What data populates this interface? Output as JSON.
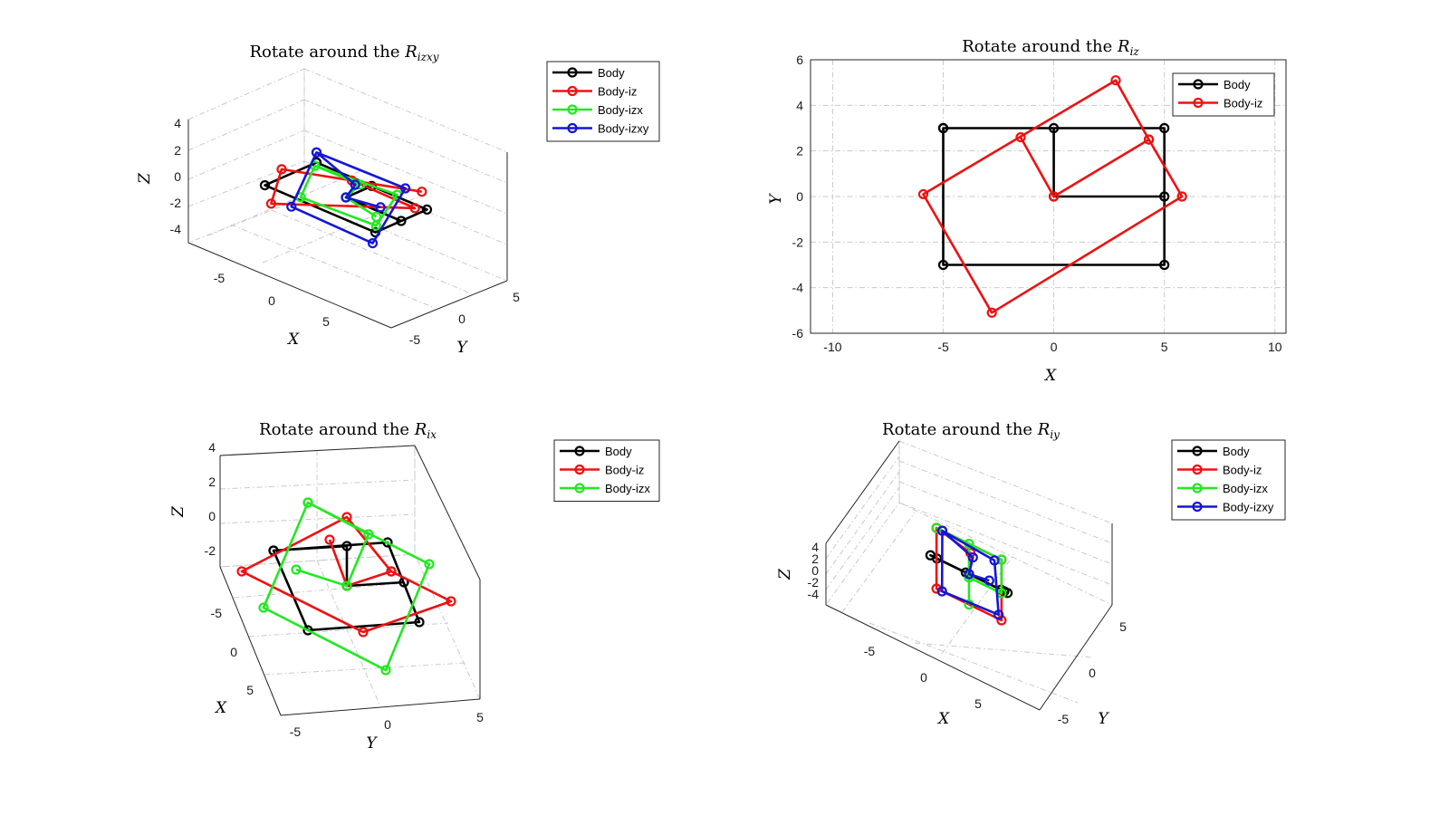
{
  "colors": {
    "Body": "#000000",
    "Body-iz": "#ee1111",
    "Body-izx": "#22e822",
    "Body-izxy": "#1515d8"
  },
  "chart_data": [
    {
      "id": "tl",
      "type": "line",
      "title": "Rotate around the ",
      "title_sub": "izxy",
      "xlabel": "X",
      "ylabel": "Y",
      "zlabel": "Z",
      "x_ticks": [
        "-5",
        "0",
        "5"
      ],
      "y_ticks": [
        "5",
        "0",
        "-5"
      ],
      "z_ticks": [
        "4",
        "2",
        "0",
        "-2",
        "-4"
      ],
      "legend": [
        "Body",
        "Body-iz",
        "Body-izx",
        "Body-izxy"
      ],
      "series": [
        {
          "name": "Body",
          "points": [
            [
              -5,
              3,
              0
            ],
            [
              5,
              3,
              0
            ],
            [
              5,
              -3,
              0
            ],
            [
              -5,
              -3,
              0
            ],
            [
              -5,
              3,
              0
            ],
            [
              0,
              3,
              0
            ],
            [
              0,
              0,
              0
            ],
            [
              5,
              0,
              0
            ]
          ]
        },
        {
          "name": "Body-iz",
          "points": [
            [
              -1.5,
              2.6,
              0
            ],
            [
              4.3,
              2.5,
              0
            ],
            [
              -2.8,
              -5.1,
              0
            ],
            [
              -5.9,
              0.1,
              0
            ],
            [
              2.9,
              5.1,
              0
            ]
          ]
        },
        {
          "name": "Body-izx",
          "points": [
            [
              -4.6,
              2.3,
              0.2
            ],
            [
              4.4,
              0.3,
              3.4
            ],
            [
              4.6,
              -2.4,
              0.4
            ],
            [
              -4.4,
              0.4,
              -3.4
            ],
            [
              -4.6,
              2.3,
              0.2
            ],
            [
              0.2,
              1.4,
              1.3
            ],
            [
              0,
              0,
              0
            ],
            [
              2.6,
              0.2,
              -1.2
            ]
          ]
        },
        {
          "name": "Body-izxy",
          "points": [
            [
              -3.6,
              1.2,
              3.6
            ],
            [
              3.9,
              1.9,
              3.1
            ],
            [
              3.9,
              -1.9,
              -3.1
            ],
            [
              -4.0,
              -1.2,
              -3.6
            ],
            [
              -3.6,
              1.2,
              3.6
            ],
            [
              0.6,
              0.3,
              2.2
            ],
            [
              0,
              0,
              0
            ],
            [
              2.9,
              0.3,
              0.4
            ]
          ]
        }
      ]
    },
    {
      "id": "tr",
      "type": "line",
      "title": "Rotate around the ",
      "title_sub": "iz",
      "xlabel": "X",
      "ylabel": "Y",
      "xlim": [
        -11,
        10.5
      ],
      "ylim": [
        -6,
        6
      ],
      "x_ticks": [
        -10,
        -5,
        0,
        5,
        10
      ],
      "y_ticks": [
        -6,
        -4,
        -2,
        0,
        2,
        4,
        6
      ],
      "grid": true,
      "legend": [
        "Body",
        "Body-iz"
      ],
      "series": [
        {
          "name": "Body",
          "points": [
            [
              -5,
              3
            ],
            [
              5,
              3
            ],
            [
              5,
              -3
            ],
            [
              -5,
              -3
            ],
            [
              -5,
              3
            ],
            [
              0,
              3
            ],
            [
              0,
              0
            ],
            [
              5,
              0
            ]
          ]
        },
        {
          "name": "Body-iz",
          "points": [
            [
              -1.5,
              2.6
            ],
            [
              0,
              0
            ],
            [
              4.3,
              2.5
            ],
            [
              2.8,
              5.1
            ],
            [
              -5.9,
              0.1
            ],
            [
              -2.8,
              -5.1
            ],
            [
              5.8,
              0
            ],
            [
              4.3,
              2.5
            ]
          ]
        }
      ]
    },
    {
      "id": "bl",
      "type": "line",
      "title": "Rotate around the ",
      "title_sub": "ix",
      "xlabel": "X",
      "ylabel": "Y",
      "zlabel": "Z",
      "x_ticks": [
        "-5",
        "0",
        "5"
      ],
      "y_ticks": [
        "-5",
        "0",
        "5"
      ],
      "z_ticks": [
        "4",
        "2",
        "0",
        "-2"
      ],
      "legend": [
        "Body",
        "Body-iz",
        "Body-izx"
      ],
      "series": [
        {
          "name": "Body",
          "points": [
            [
              -5,
              3,
              0
            ],
            [
              5,
              3,
              0
            ],
            [
              5,
              -3,
              0
            ],
            [
              -5,
              -3,
              0
            ],
            [
              -5,
              3,
              0
            ],
            [
              0,
              3,
              0
            ],
            [
              0,
              0,
              0
            ],
            [
              5,
              0,
              0
            ]
          ]
        },
        {
          "name": "Body-iz",
          "points": [
            [
              -1.5,
              2.6,
              0
            ],
            [
              0,
              0,
              0
            ],
            [
              4.3,
              2.5,
              0
            ],
            [
              2.8,
              5.1,
              0
            ],
            [
              -5.9,
              0.1,
              0
            ],
            [
              -2.8,
              -5.1,
              0
            ],
            [
              5.8,
              0,
              0
            ],
            [
              4.3,
              2.5,
              0
            ]
          ]
        },
        {
          "name": "Body-izx",
          "points": [
            [
              -4.6,
              2.3,
              0.2
            ],
            [
              4.4,
              0.3,
              3.4
            ],
            [
              4.6,
              -2.4,
              0.4
            ],
            [
              -4.4,
              0.4,
              -3.4
            ],
            [
              -4.6,
              2.3,
              0.2
            ],
            [
              0.2,
              1.4,
              1.3
            ],
            [
              0,
              0,
              0
            ],
            [
              2.6,
              0.2,
              -1.2
            ]
          ]
        }
      ]
    },
    {
      "id": "br",
      "type": "line",
      "title": "Rotate around the ",
      "title_sub": "iy",
      "xlabel": "X",
      "ylabel": "Y",
      "zlabel": "Z",
      "x_ticks": [
        "-5",
        "0",
        "5"
      ],
      "y_ticks": [
        "5",
        "0",
        "-5"
      ],
      "z_ticks": [
        "4",
        "2",
        "0",
        "-2",
        "-4"
      ],
      "legend": [
        "Body",
        "Body-iz",
        "Body-izx",
        "Body-izxy"
      ],
      "series": [
        {
          "name": "Body",
          "points": [
            [
              -5,
              3,
              0
            ],
            [
              5,
              3,
              0
            ],
            [
              5,
              -3,
              0
            ],
            [
              -5,
              -3,
              0
            ],
            [
              -5,
              3,
              0
            ],
            [
              0,
              3,
              0
            ],
            [
              0,
              0,
              0
            ],
            [
              5,
              0,
              0
            ]
          ]
        },
        {
          "name": "Body-iz",
          "points": [
            [
              -4.6,
              0,
              3.6
            ],
            [
              4.6,
              0,
              3.6
            ],
            [
              4.6,
              0,
              -3.6
            ],
            [
              -4.6,
              0,
              -3.6
            ],
            [
              -4.6,
              0,
              3.6
            ],
            [
              0.2,
              0,
              2.6
            ],
            [
              0,
              0,
              0
            ]
          ]
        },
        {
          "name": "Body-izx",
          "points": [
            [
              -4.6,
              0,
              3.6
            ],
            [
              4.6,
              0,
              3.6
            ],
            [
              4.6,
              0,
              -0.4
            ],
            [
              0,
              0,
              -0.4
            ],
            [
              0,
              0,
              3.6
            ],
            [
              0,
              0,
              -3.6
            ]
          ]
        },
        {
          "name": "Body-izxy",
          "points": [
            [
              -3.6,
              1.2,
              3.6
            ],
            [
              3.9,
              1.9,
              3.1
            ],
            [
              3.9,
              -1.9,
              -3.1
            ],
            [
              -4.0,
              -1.2,
              -3.6
            ],
            [
              -3.6,
              1.2,
              3.6
            ],
            [
              0.6,
              0.3,
              2.2
            ],
            [
              0,
              0,
              0
            ],
            [
              2.9,
              0.3,
              0.4
            ]
          ]
        }
      ]
    }
  ]
}
